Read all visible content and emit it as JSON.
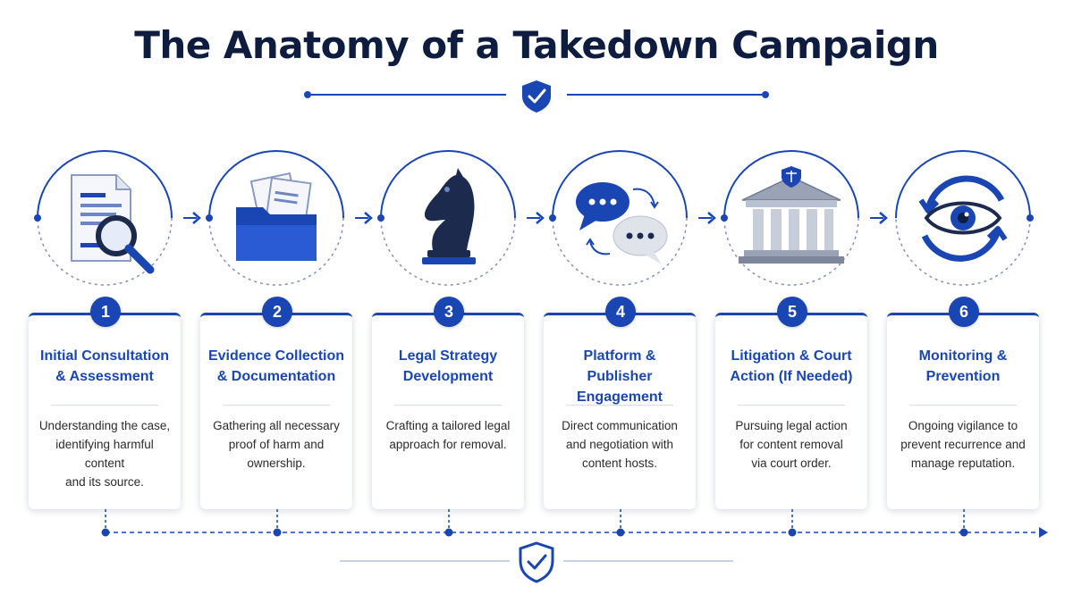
{
  "title": "The Anatomy of a Takedown Campaign",
  "colors": {
    "accent": "#1a46b4",
    "dark": "#0d1c3f",
    "light": "#e6ecf7"
  },
  "stages": [
    {
      "number": "1",
      "title_line1": "Initial Consultation",
      "title_line2": "& Assessment",
      "desc_lines": [
        "Understanding the case,",
        "identifying harmful content",
        "and its source."
      ],
      "icon": "document-magnifier-icon"
    },
    {
      "number": "2",
      "title_line1": "Evidence Collection",
      "title_line2": "& Documentation",
      "desc_lines": [
        "Gathering all necessary",
        "proof of harm and",
        "ownership."
      ],
      "icon": "folder-documents-icon"
    },
    {
      "number": "3",
      "title_line1": "Legal Strategy",
      "title_line2": "Development",
      "desc_lines": [
        "Crafting a tailored legal",
        "approach for removal.",
        ""
      ],
      "icon": "chess-knight-icon"
    },
    {
      "number": "4",
      "title_line1": "Platform & Publisher",
      "title_line2": "Engagement",
      "desc_lines": [
        "Direct communication",
        "and negotiation with",
        "content hosts."
      ],
      "icon": "chat-bubbles-icon"
    },
    {
      "number": "5",
      "title_line1": "Litigation & Court",
      "title_line2": "Action (If Needed)",
      "desc_lines": [
        "Pursuing legal action",
        "for content removal",
        "via court order."
      ],
      "icon": "courthouse-icon"
    },
    {
      "number": "6",
      "title_line1": "Monitoring &",
      "title_line2": "Prevention",
      "desc_lines": [
        "Ongoing vigilance to",
        "prevent recurrence and",
        "manage reputation."
      ],
      "icon": "eye-cycle-icon"
    }
  ]
}
